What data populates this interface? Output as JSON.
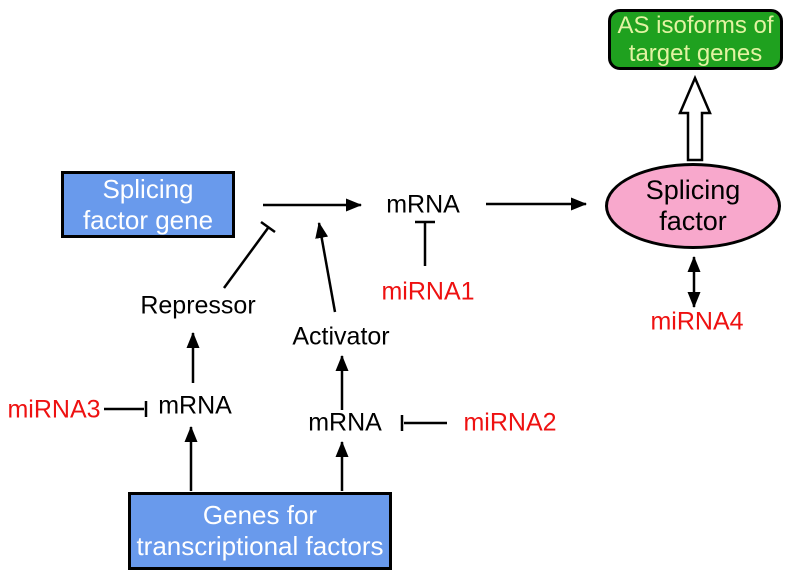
{
  "figure": {
    "background": "#ffffff",
    "colors": {
      "gene_box_fill": "#699aec",
      "gene_box_text": "#ffffff",
      "as_box_fill": "#1fa11f",
      "as_box_text": "#e2f3a2",
      "splicing_factor_fill": "#f8a8cc",
      "mirna_text": "#ee1111",
      "line": "#000000"
    },
    "nodes": {
      "as_isoforms": {
        "line1": "AS isoforms of",
        "line2": "target genes"
      },
      "splicing_factor_gene": {
        "line1": "Splicing",
        "line2": "factor gene"
      },
      "genes_tf": {
        "line1": "Genes for",
        "line2": "transcriptional factors"
      },
      "splicing_factor": {
        "line1": "Splicing",
        "line2": "factor"
      },
      "mrna_sf": "mRNA",
      "repressor": "Repressor",
      "activator": "Activator",
      "mrna_repressor": "mRNA",
      "mrna_activator": "mRNA",
      "mirna1": "miRNA1",
      "mirna2": "miRNA2",
      "mirna3": "miRNA3",
      "mirna4": "miRNA4"
    }
  }
}
